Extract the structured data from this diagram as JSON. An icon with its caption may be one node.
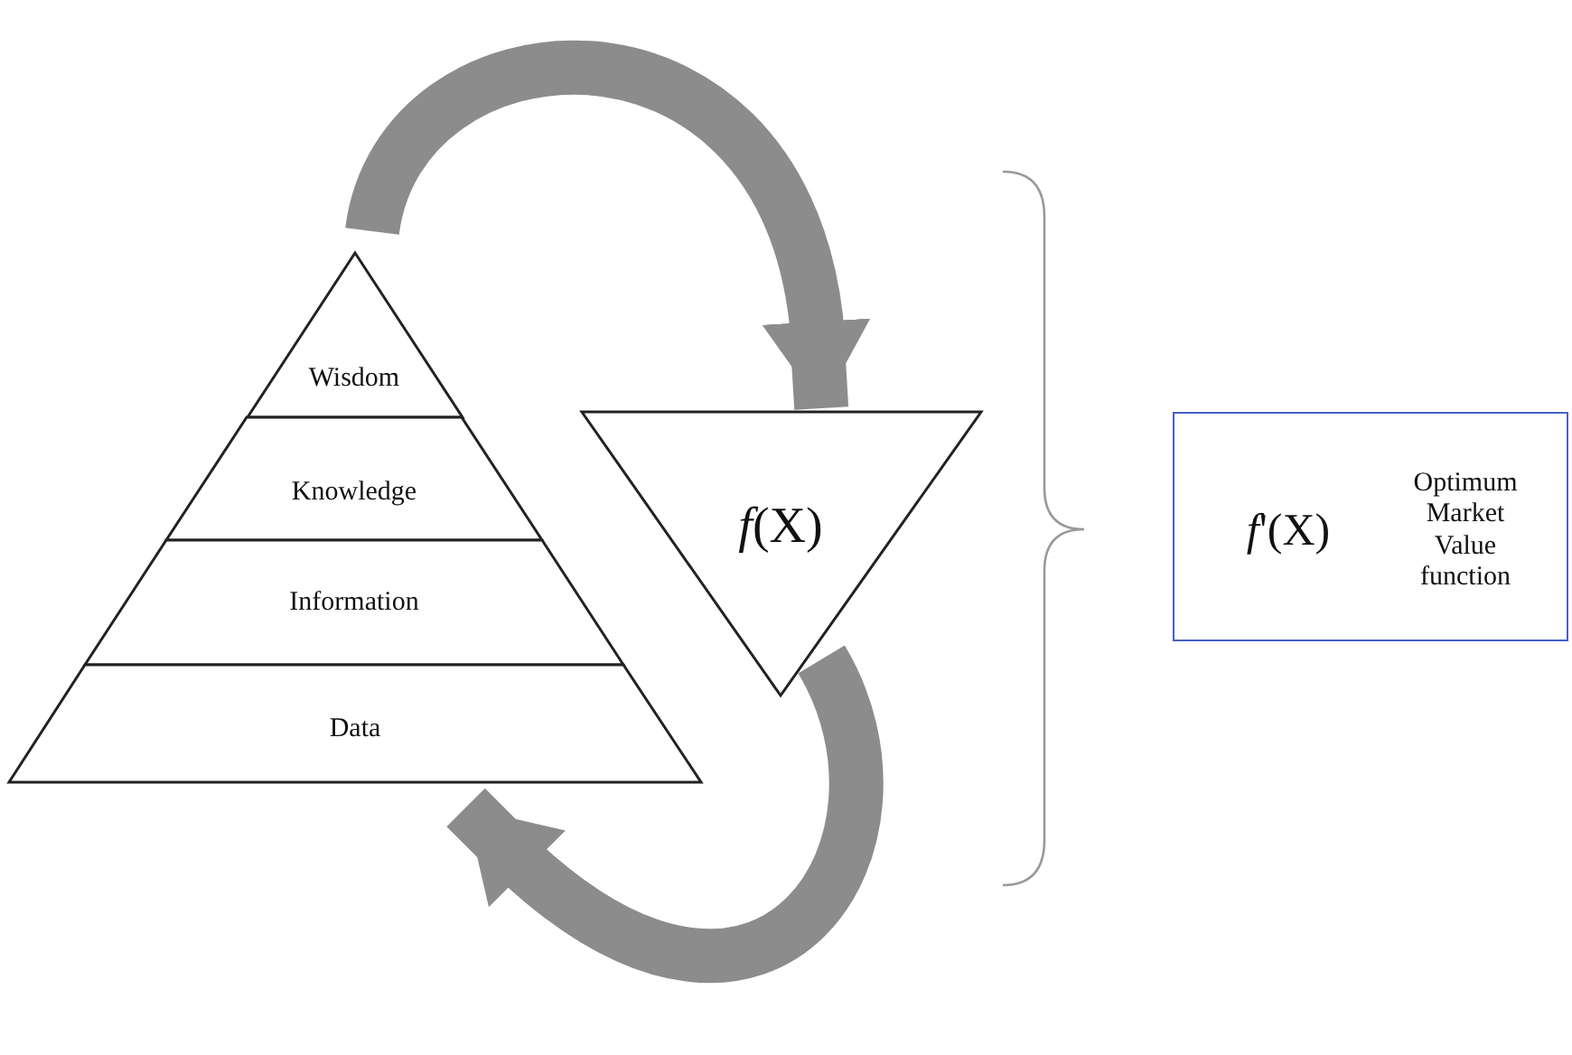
{
  "diagram": {
    "nodes": [
      {
        "text": [
          "Wisdom"
        ]
      },
      {
        "text": [
          "Knowledge"
        ]
      },
      {
        "text": [
          "Information"
        ]
      },
      {
        "text": [
          "Data"
        ]
      },
      {
        "text": [
          "*f*(X)"
        ]
      },
      {
        "text": [
          "*f*'(X)",
          "Optimum Market Value function"
        ]
      }
    ],
    "edges": [
      {
        "from": 0,
        "to": 4,
        "arrow": "to"
      },
      {
        "from": 4,
        "to": 3,
        "arrow": "to"
      }
    ]
  }
}
